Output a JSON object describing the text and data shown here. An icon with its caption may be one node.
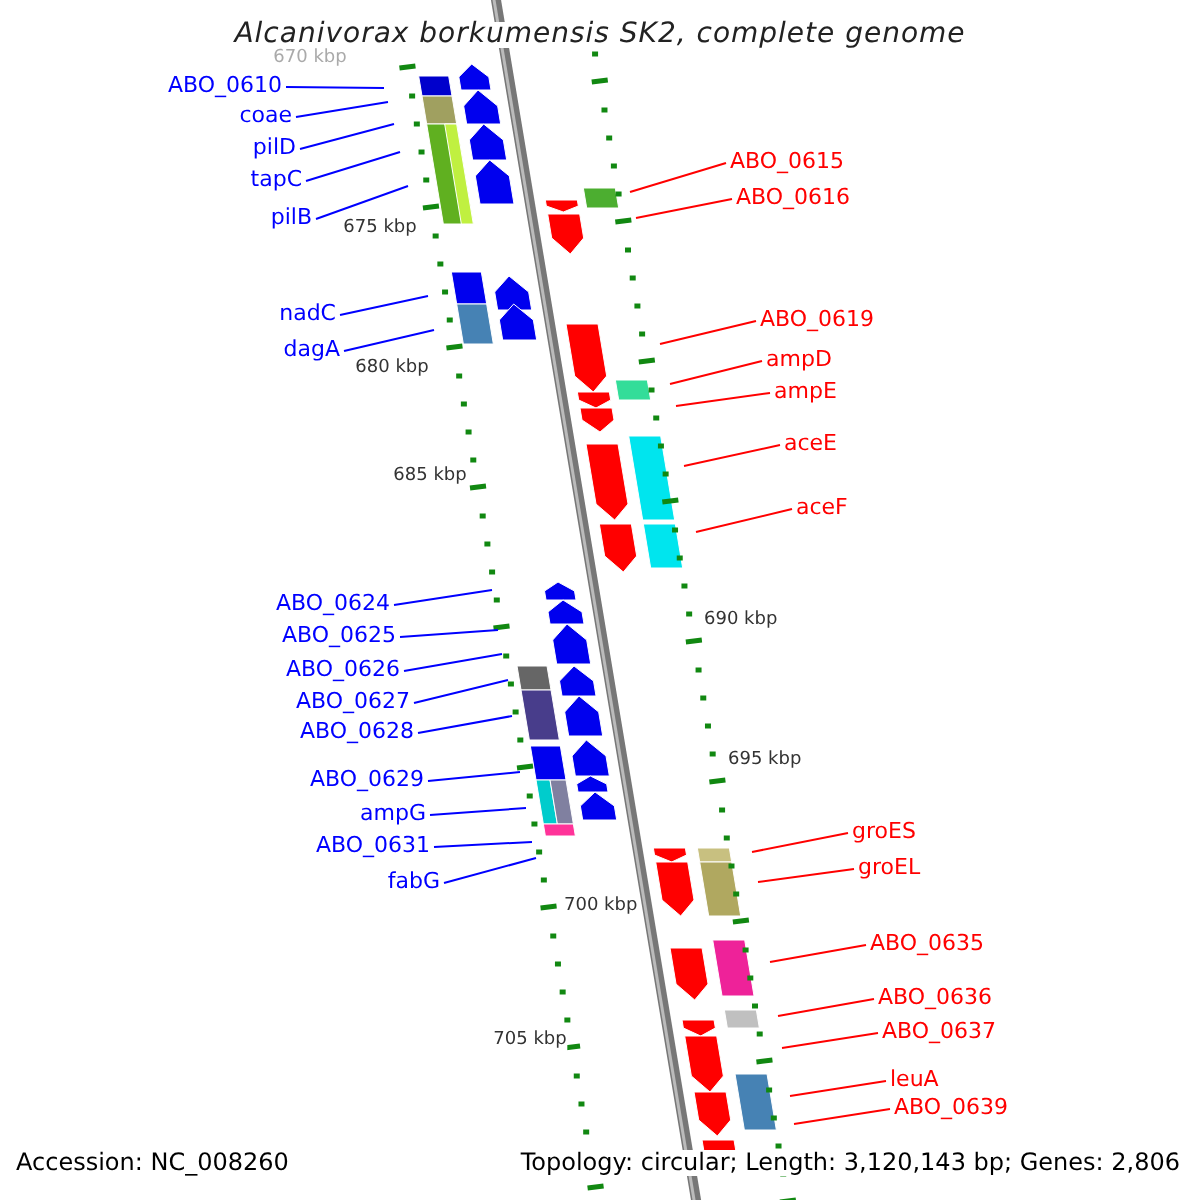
{
  "diagram": {
    "title": "Alcanivorax borkumensis SK2, complete genome",
    "nodes": [
      {
        "text": [
          "ABO_0610"
        ]
      },
      {
        "text": [
          "coae"
        ]
      },
      {
        "text": [
          "pilD"
        ]
      },
      {
        "text": [
          "tapC"
        ]
      },
      {
        "text": [
          "pilB"
        ]
      },
      {
        "text": [
          "nadC"
        ]
      },
      {
        "text": [
          "dagA"
        ]
      },
      {
        "text": [
          "ABO_0624"
        ]
      },
      {
        "text": [
          "ABO_0625"
        ]
      },
      {
        "text": [
          "ABO_0626"
        ]
      },
      {
        "text": [
          "ABO_0627"
        ]
      },
      {
        "text": [
          "ABO_0628"
        ]
      },
      {
        "text": [
          "ABO_0629"
        ]
      },
      {
        "text": [
          "ampG"
        ]
      },
      {
        "text": [
          "ABO_0631"
        ]
      },
      {
        "text": [
          "fabG"
        ]
      },
      {
        "text": [
          "ABO_0615"
        ]
      },
      {
        "text": [
          "ABO_0616"
        ]
      },
      {
        "text": [
          "ABO_0619"
        ]
      },
      {
        "text": [
          "ampD"
        ]
      },
      {
        "text": [
          "ampE"
        ]
      },
      {
        "text": [
          "aceE"
        ]
      },
      {
        "text": [
          "aceF"
        ]
      },
      {
        "text": [
          "groES"
        ]
      },
      {
        "text": [
          "groEL"
        ]
      },
      {
        "text": [
          "ABO_0635"
        ]
      },
      {
        "text": [
          "ABO_0636"
        ]
      },
      {
        "text": [
          "ABO_0637"
        ]
      },
      {
        "text": [
          "leuA"
        ]
      },
      {
        "text": [
          "ABO_0639"
        ]
      }
    ],
    "edges": [
      {
        "from": 0,
        "to": null,
        "arrow": "none"
      },
      {
        "from": 1,
        "to": null,
        "arrow": "none"
      },
      {
        "from": 2,
        "to": null,
        "arrow": "none"
      },
      {
        "from": 3,
        "to": null,
        "arrow": "none"
      },
      {
        "from": 4,
        "to": null,
        "arrow": "none"
      },
      {
        "from": 5,
        "to": null,
        "arrow": "none"
      },
      {
        "from": 6,
        "to": null,
        "arrow": "none"
      },
      {
        "from": 7,
        "to": null,
        "arrow": "none"
      },
      {
        "from": 8,
        "to": null,
        "arrow": "none"
      },
      {
        "from": 9,
        "to": null,
        "arrow": "none"
      },
      {
        "from": 10,
        "to": null,
        "arrow": "none"
      },
      {
        "from": 11,
        "to": null,
        "arrow": "none"
      },
      {
        "from": 12,
        "to": null,
        "arrow": "none"
      },
      {
        "from": 13,
        "to": null,
        "arrow": "none"
      },
      {
        "from": 14,
        "to": null,
        "arrow": "none"
      },
      {
        "from": 15,
        "to": null,
        "arrow": "none"
      },
      {
        "from": 16,
        "to": null,
        "arrow": "none",
        "color": "#ff0000"
      },
      {
        "from": 17,
        "to": null,
        "arrow": "none",
        "color": "#ff0000"
      },
      {
        "from": 18,
        "to": null,
        "arrow": "none",
        "color": "#ff0000"
      },
      {
        "from": 19,
        "to": null,
        "arrow": "none",
        "color": "#ff0000"
      },
      {
        "from": 20,
        "to": null,
        "arrow": "none",
        "color": "#ff0000"
      },
      {
        "from": 21,
        "to": null,
        "arrow": "none",
        "color": "#ff0000"
      },
      {
        "from": 22,
        "to": null,
        "arrow": "none",
        "color": "#ff0000"
      },
      {
        "from": 23,
        "to": null,
        "arrow": "none",
        "color": "#ff0000"
      },
      {
        "from": 24,
        "to": null,
        "arrow": "none",
        "color": "#ff0000"
      },
      {
        "from": 25,
        "to": null,
        "arrow": "none",
        "color": "#ff0000"
      },
      {
        "from": 26,
        "to": null,
        "arrow": "none",
        "color": "#ff0000"
      },
      {
        "from": 27,
        "to": null,
        "arrow": "none",
        "color": "#ff0000"
      },
      {
        "from": 28,
        "to": null,
        "arrow": "none",
        "color": "#ff0000"
      },
      {
        "from": 29,
        "to": null,
        "arrow": "none",
        "color": "#ff0000"
      }
    ],
    "labels": [
      "670 kbp",
      "675 kbp",
      "680 kbp",
      "685 kbp",
      "690 kbp",
      "695 kbp",
      "700 kbp",
      "705 kbp",
      "Accession: NC_008260",
      "Topology: circular; Length: 3,120,143 bp; Genes: 2,806"
    ]
  }
}
